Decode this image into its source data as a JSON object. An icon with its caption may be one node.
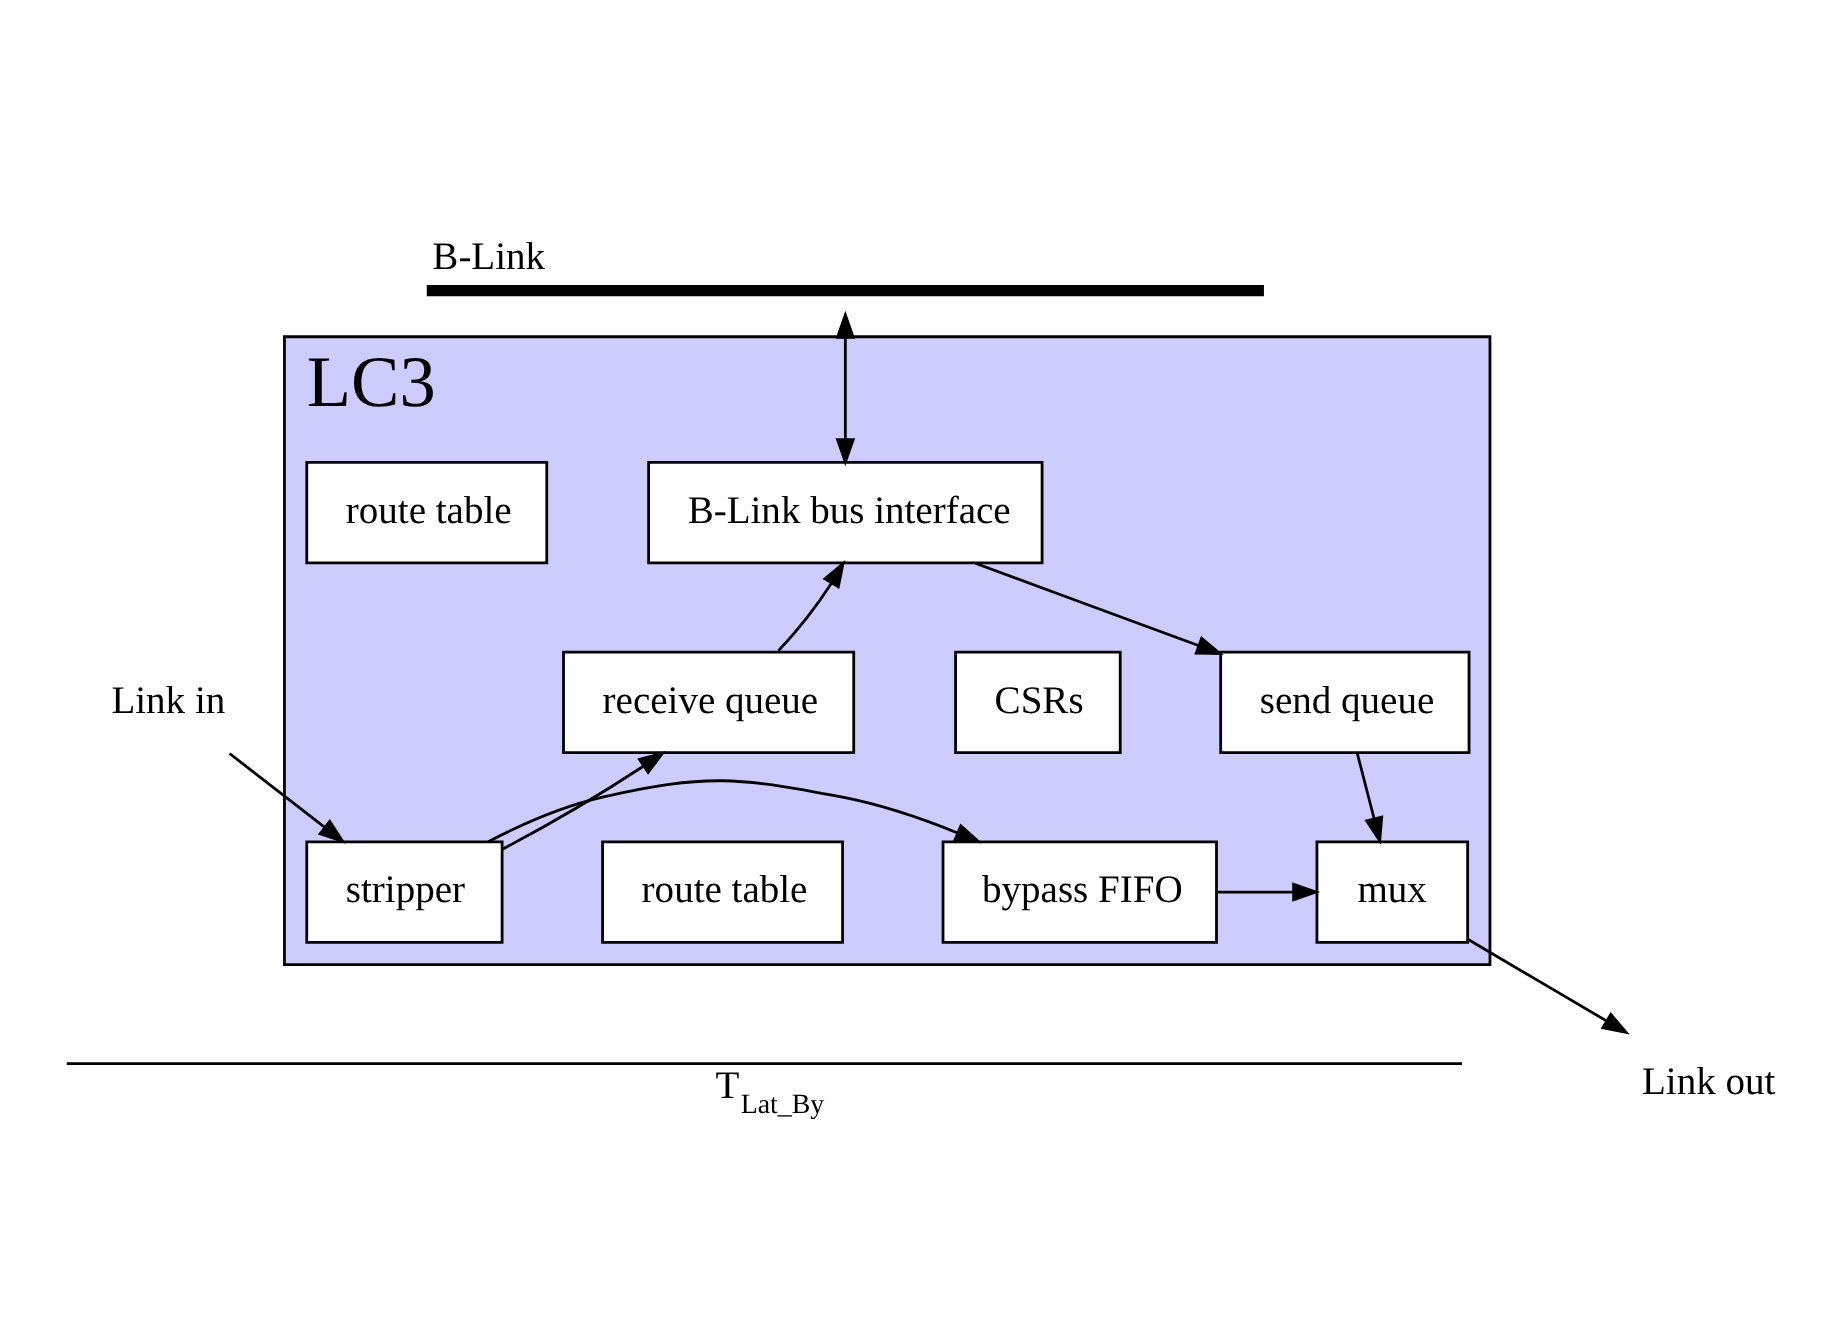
{
  "diagram": {
    "nodes": [
      {
        "text": [
          "LC3"
        ]
      },
      {
        "text": [
          "B-Link"
        ]
      },
      {
        "text": [
          "B-Link bus interface"
        ],
        "in": 0
      },
      {
        "text": [
          "route table"
        ],
        "in": 0
      },
      {
        "text": [
          "receive queue"
        ],
        "in": 0
      },
      {
        "text": [
          "CSRs"
        ],
        "in": 0
      },
      {
        "text": [
          "send queue"
        ],
        "in": 0
      },
      {
        "text": [
          "route table"
        ],
        "in": 0
      },
      {
        "text": [
          "stripper"
        ],
        "in": 0
      },
      {
        "text": [
          "bypass FIFO"
        ],
        "in": 0
      },
      {
        "text": [
          "mux"
        ],
        "in": 0
      },
      {
        "text": [
          "Link in"
        ]
      },
      {
        "text": [
          "Link out"
        ]
      }
    ],
    "edges": [
      {
        "from": 1,
        "to": 2,
        "arrow": "both"
      },
      {
        "from": 4,
        "to": 2,
        "arrow": "to"
      },
      {
        "from": 2,
        "to": 6,
        "arrow": "to"
      },
      {
        "from": 8,
        "to": 4,
        "arrow": "to"
      },
      {
        "from": 11,
        "to": 8,
        "arrow": "to"
      },
      {
        "from": 8,
        "to": 9,
        "arrow": "to"
      },
      {
        "from": 9,
        "to": 10,
        "arrow": "to"
      },
      {
        "from": 6,
        "to": 10,
        "arrow": "to"
      },
      {
        "from": 10,
        "to": 12,
        "arrow": "to"
      }
    ],
    "labels": [
      "T$_{Lat_By}$"
    ]
  }
}
